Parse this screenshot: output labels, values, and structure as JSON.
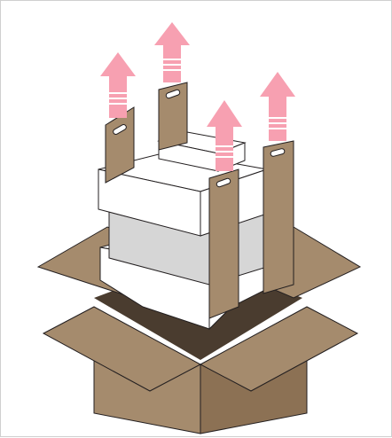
{
  "illustration": {
    "kind": "unpacking-instruction",
    "action": "lift-straps-upward",
    "colors": {
      "cardboard": "#a58b6d",
      "cardboard_dark": "#8c7154",
      "box_interior": "#6b5a47",
      "box_interior_deep": "#4a3c2f",
      "foam": "#ffffff",
      "device_body": "#d6d6d6",
      "strap": "#a58b6d",
      "arrow": "#f7a0b1",
      "outline": "#231f20"
    },
    "strap_count": 4,
    "arrow_count": 4
  }
}
